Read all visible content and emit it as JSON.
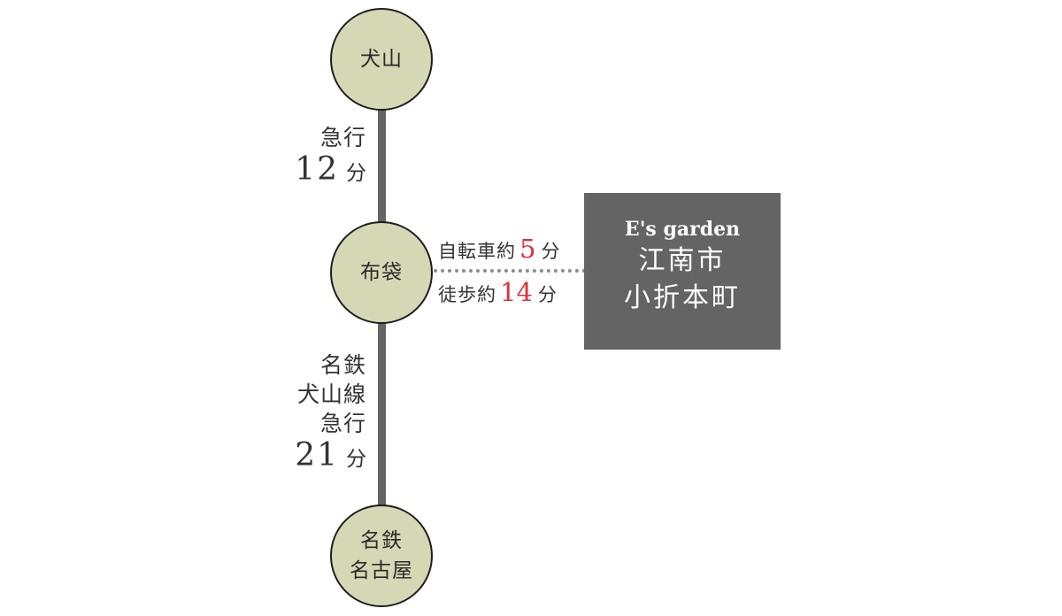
{
  "stations": {
    "inuyama": [
      "犬山"
    ],
    "hotei": [
      "布袋"
    ],
    "meitetsu_nagoya": [
      "名鉄",
      "名古屋"
    ]
  },
  "segments": {
    "upper": {
      "lines": [
        "急行"
      ],
      "minutes": "12",
      "unit": "分"
    },
    "lower": {
      "lines": [
        "名鉄",
        "犬山線",
        "急行"
      ],
      "minutes": "21",
      "unit": "分"
    }
  },
  "access": {
    "bike": {
      "label": "自転車約",
      "minutes": "5",
      "unit": "分"
    },
    "walk": {
      "label": "徒歩約",
      "minutes": "14",
      "unit": "分"
    }
  },
  "destination": {
    "brand": "E's garden",
    "address_lines": [
      "江南市",
      "小折本町"
    ]
  },
  "colors": {
    "station_fill": "#d6d7b4",
    "line": "#646464",
    "highlight_number": "#e0303b",
    "destination_box": "#646464"
  }
}
